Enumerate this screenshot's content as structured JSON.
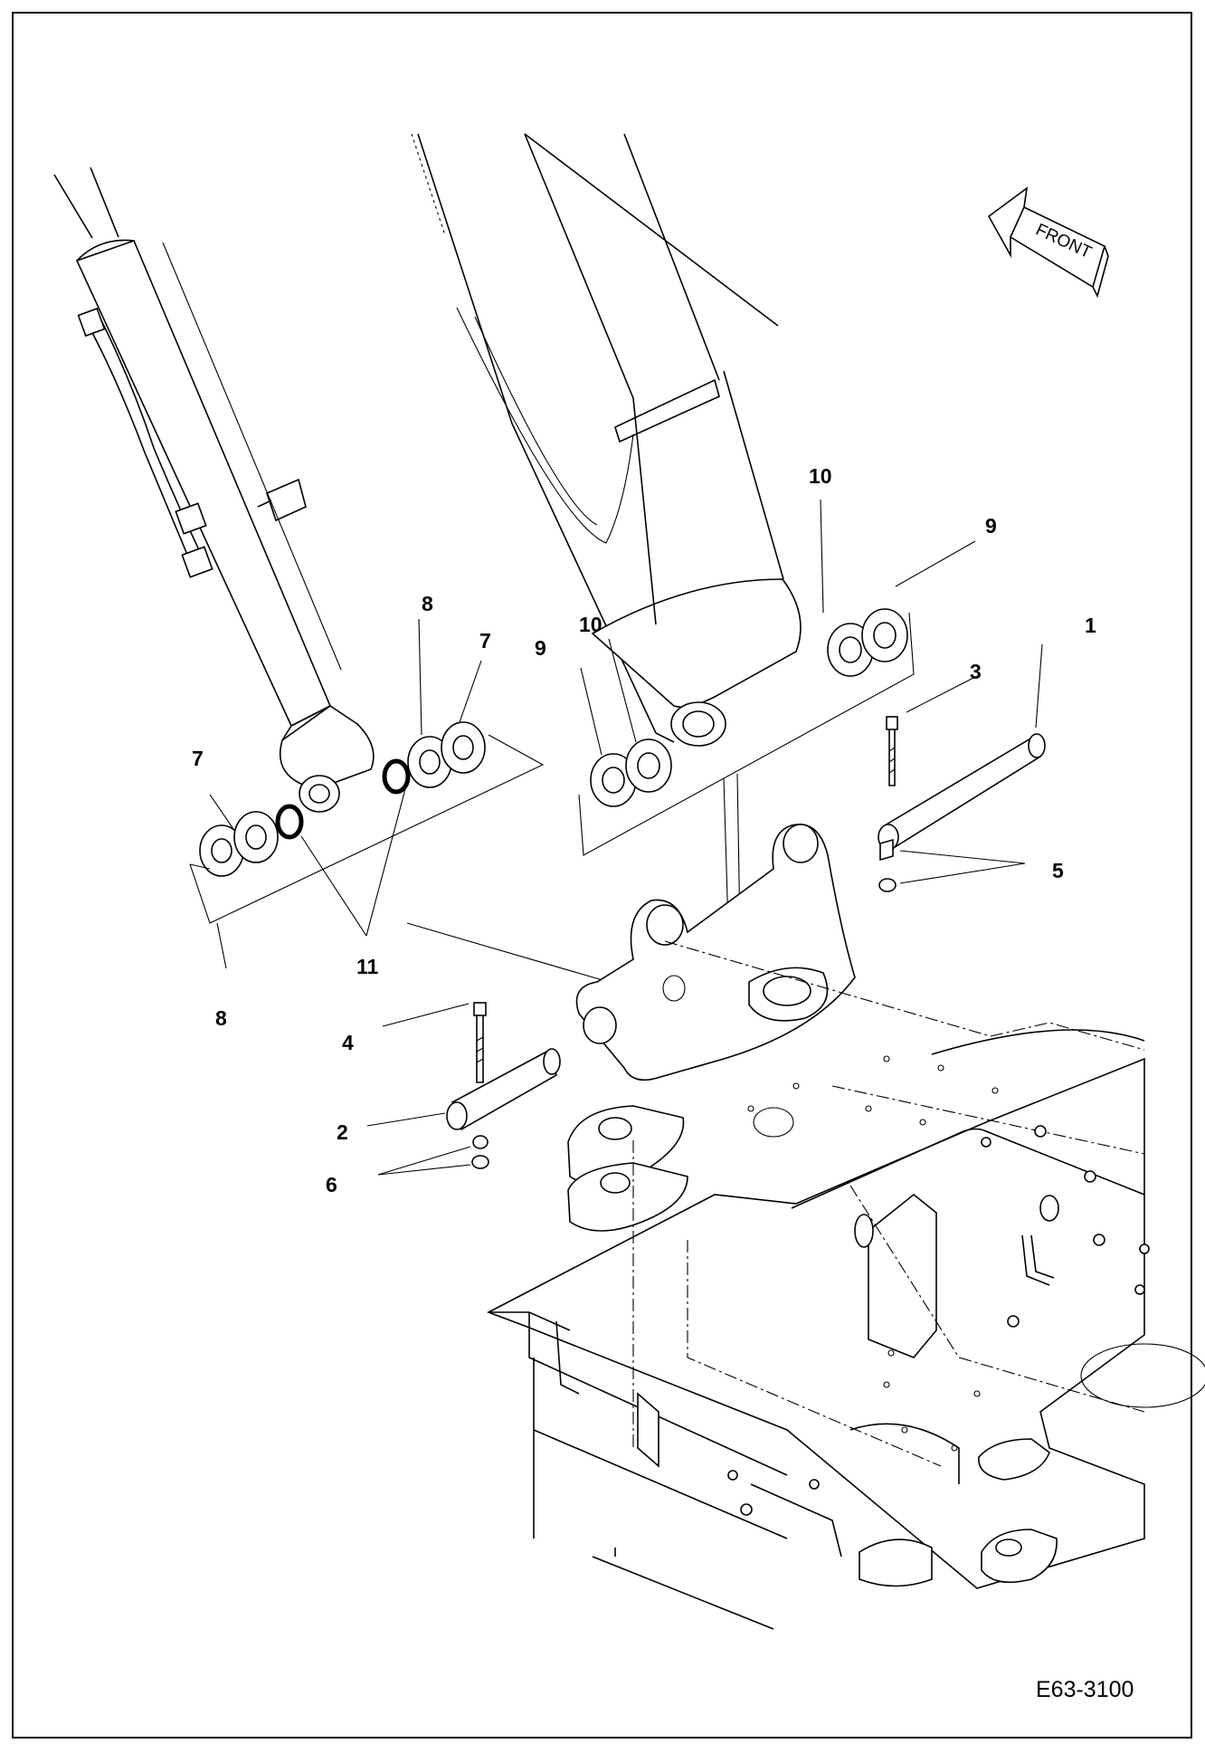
{
  "diagram": {
    "drawing_code": "E63-3100",
    "direction_label": "FRONT",
    "callouts": [
      {
        "id": "c1",
        "label": "1"
      },
      {
        "id": "c2",
        "label": "2"
      },
      {
        "id": "c3",
        "label": "3"
      },
      {
        "id": "c4",
        "label": "4"
      },
      {
        "id": "c5",
        "label": "5"
      },
      {
        "id": "c6",
        "label": "6"
      },
      {
        "id": "c7a",
        "label": "7"
      },
      {
        "id": "c7b",
        "label": "7"
      },
      {
        "id": "c8a",
        "label": "8"
      },
      {
        "id": "c8b",
        "label": "8"
      },
      {
        "id": "c9a",
        "label": "9"
      },
      {
        "id": "c9b",
        "label": "9"
      },
      {
        "id": "c10a",
        "label": "10"
      },
      {
        "id": "c10b",
        "label": "10"
      },
      {
        "id": "c11",
        "label": "11"
      }
    ]
  }
}
